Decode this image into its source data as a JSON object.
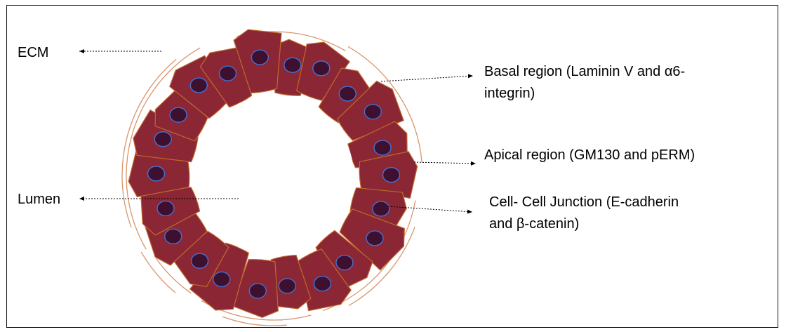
{
  "labels": {
    "ecm": "ECM",
    "lumen": "Lumen",
    "basal_line1": "Basal region (Laminin V and α6-",
    "basal_line2": "integrin)",
    "apical": "Apical region (GM130 and pERM)",
    "junction_line1": "Cell- Cell Junction (E-cadherin",
    "junction_line2": "and β-catenin)"
  },
  "colors": {
    "cell_fill": "#8b2635",
    "cell_stroke": "#c0692a",
    "nucleus_fill": "#3d1030",
    "nucleus_stroke": "#4a6fd0",
    "ecm_stroke": "#d8956e",
    "frame": "#111111"
  },
  "cell_count": 22
}
